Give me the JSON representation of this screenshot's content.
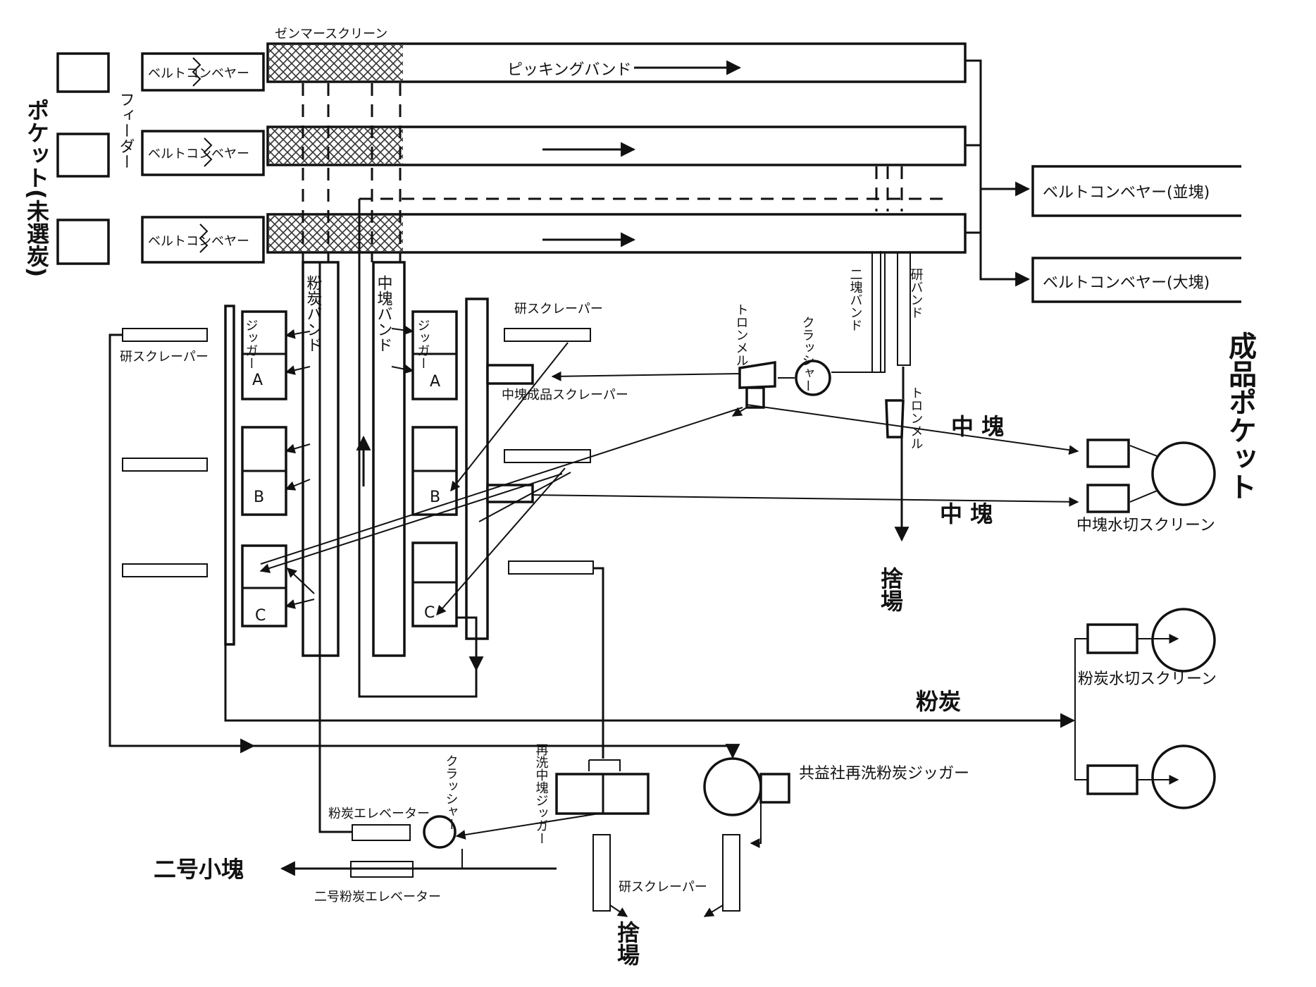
{
  "labels": {
    "trommel_screen": "ゼンマースクリーン",
    "picking_band": "ピッキングバンド",
    "feeder": "フィーダー",
    "pocket_unsorted": "ポケット(未選炭)",
    "belt_conveyor_1": "ベルトコンベヤー",
    "belt_conveyor_2": "ベルトコンベヤー",
    "belt_conveyor_3": "ベルトコンベヤー",
    "conv_lump": "ベルトコンベヤー(並塊)",
    "conv_big": "ベルトコンベヤー(大塊)",
    "fine_band": "粉炭バンド",
    "mid_band": "中塊バンド",
    "jigger_l": "ジッガー",
    "jigger_r": "ジッガー",
    "sed_A_l": "A",
    "sed_B_l": "B",
    "sed_C_l": "C",
    "sed_A_r": "A",
    "sed_B_r": "B",
    "sed_C_r": "C",
    "sludge_scraper_left": "研スクレーパー",
    "sludge_scraper_right": "研スクレーパー",
    "mid_product_scraper": "中塊成品スクレーパー",
    "trommel_1": "トロンメル",
    "trommel_2": "トロンメル",
    "crusher_1": "クラッシャー",
    "crusher_2": "クラッシャー",
    "band_small2": "二塊バンド",
    "band_sludge": "研バンド",
    "mid_lump_1": "中 塊",
    "mid_lump_2": "中 塊",
    "discard_1": "捨場",
    "discard_2": "捨場",
    "mid_dewater": "中塊水切スクリーン",
    "fine_coal": "粉炭",
    "fine_dewater": "粉炭水切スクリーン",
    "product_pocket": "成品ポケット",
    "kyoeki_jigger": "共益社再洗粉炭ジッガー",
    "rewash_mid_jigger": "再洗中塊ジッガー",
    "fine_elevator": "粉炭エレベーター",
    "no2_fine_elevator": "二号粉炭エレベーター",
    "no2_small": "二号小塊",
    "sludge_scraper_bottom": "研スクレーパー"
  }
}
